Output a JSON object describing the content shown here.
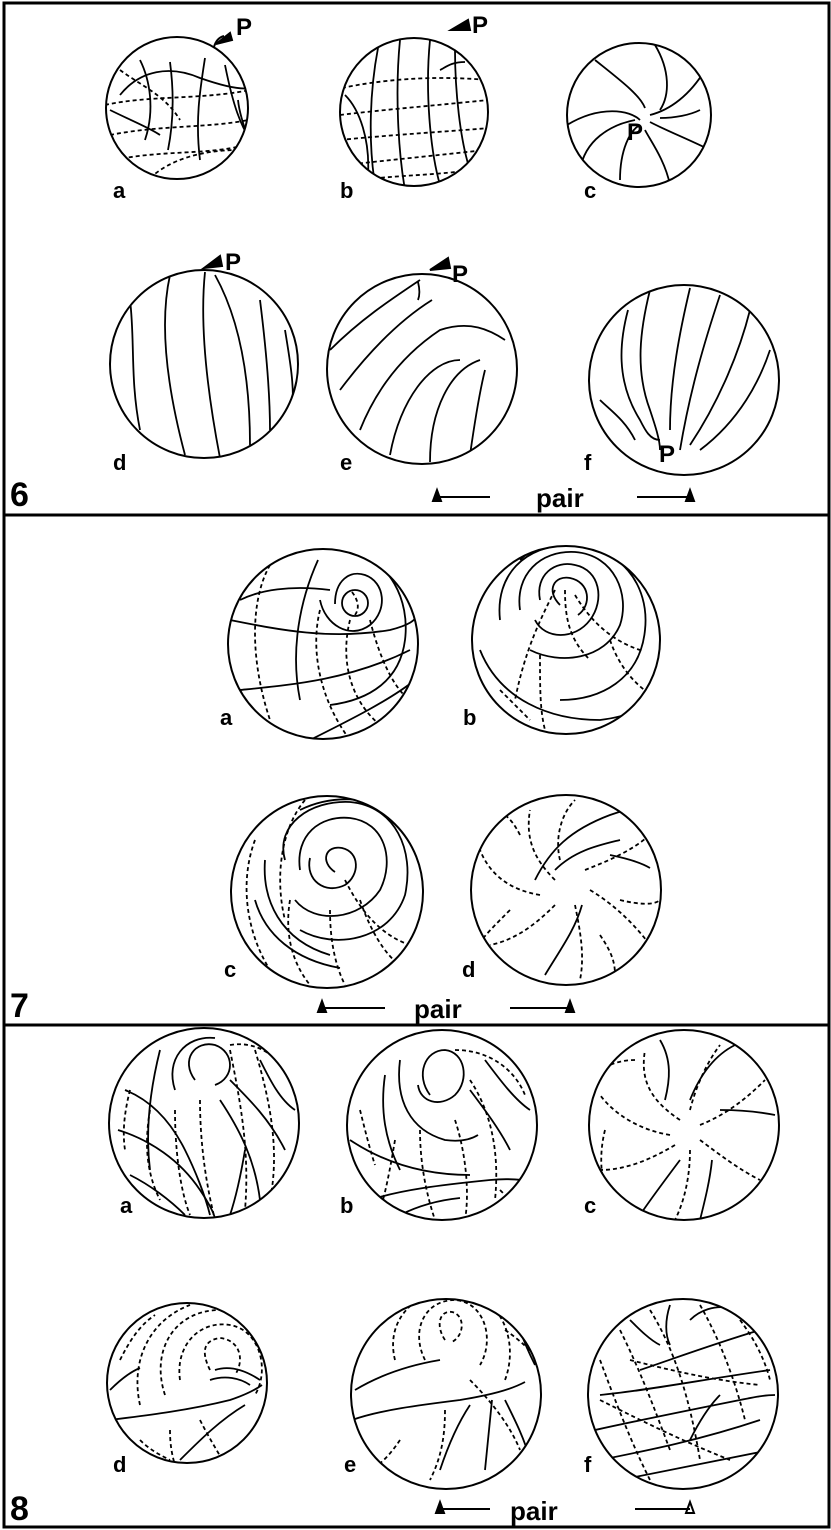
{
  "figures": [
    {
      "number": "6",
      "pair_label": "pair",
      "panels": [
        {
          "letter": "a",
          "pole_label": "P"
        },
        {
          "letter": "b",
          "pole_label": "P"
        },
        {
          "letter": "c",
          "pole_label": "P"
        },
        {
          "letter": "d",
          "pole_label": "P"
        },
        {
          "letter": "e",
          "pole_label": "P"
        },
        {
          "letter": "f",
          "pole_label": "P"
        }
      ]
    },
    {
      "number": "7",
      "pair_label": "pair",
      "panels": [
        {
          "letter": "a"
        },
        {
          "letter": "b"
        },
        {
          "letter": "c"
        },
        {
          "letter": "d"
        }
      ]
    },
    {
      "number": "8",
      "pair_label": "pair",
      "panels": [
        {
          "letter": "a"
        },
        {
          "letter": "b"
        },
        {
          "letter": "c"
        },
        {
          "letter": "d"
        },
        {
          "letter": "e"
        },
        {
          "letter": "f"
        }
      ]
    }
  ]
}
